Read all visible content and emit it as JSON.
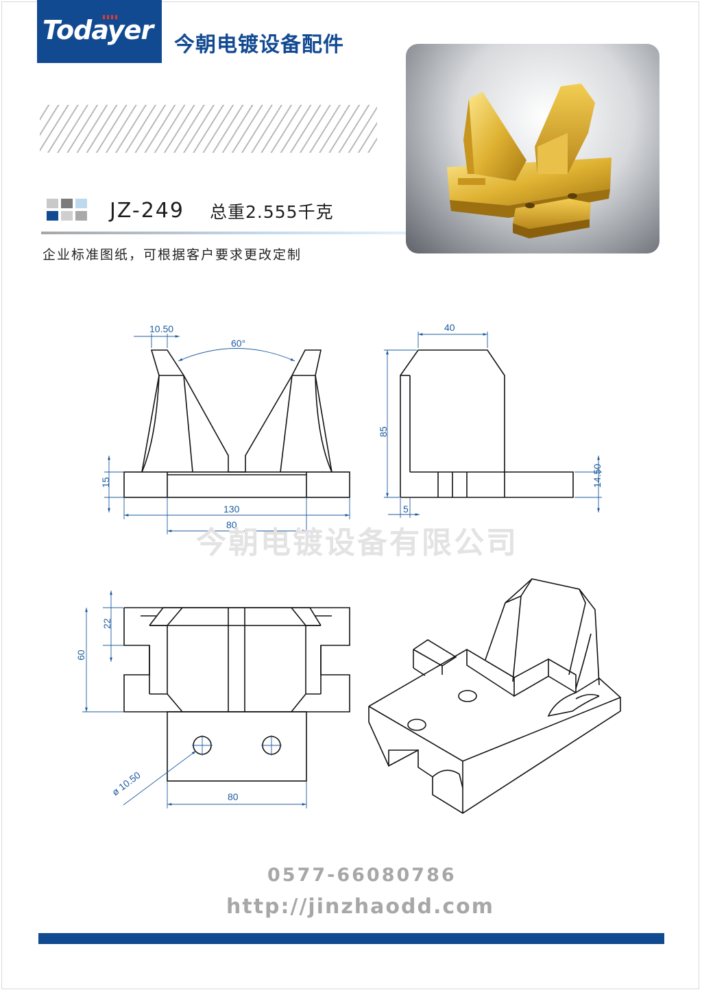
{
  "brand": {
    "logo_text": "Todayer",
    "title": "今朝电镀设备配件",
    "color": "#124a92"
  },
  "product": {
    "code": "JZ-249",
    "weight": "总重2.555千克",
    "note": "企业标准图纸，可根据客户要求更改定制"
  },
  "color_squares": [
    "#c9c9c9",
    "#7c7c7c",
    "#bdd9ee",
    "#124a92",
    "#cfcfcf",
    "#a9a9a9"
  ],
  "dimensions": {
    "front": [
      "10.50",
      "60°",
      "15",
      "130",
      "80"
    ],
    "side": [
      "40",
      "85",
      "14.50",
      "5"
    ],
    "top": [
      "22",
      "60",
      "ø 10.50",
      "80"
    ]
  },
  "watermark": "今朝电镀设备有限公司",
  "contact": {
    "phone": "0577-66080786",
    "url": "http://jinzhaodd.com"
  }
}
